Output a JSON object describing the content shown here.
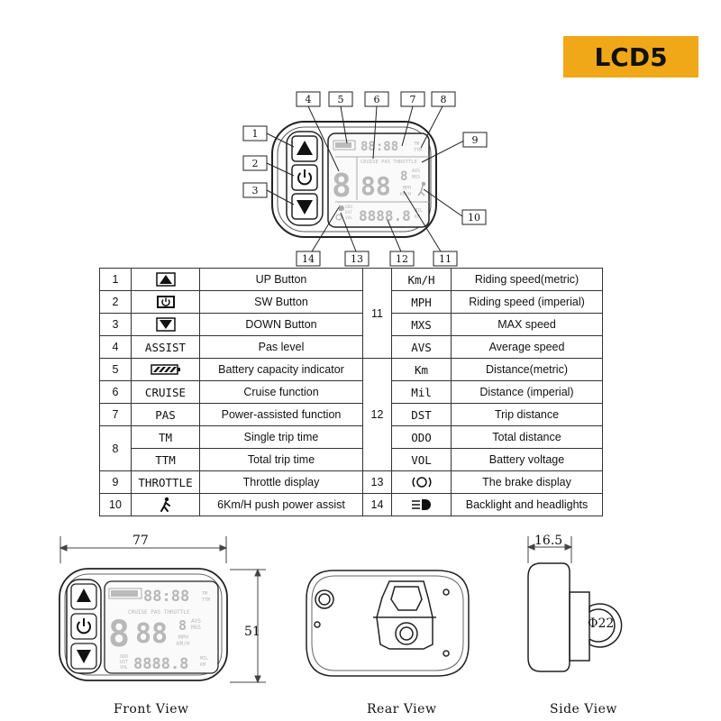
{
  "badge": {
    "label": "LCD5"
  },
  "callouts": [
    "1",
    "2",
    "3",
    "4",
    "5",
    "6",
    "7",
    "8",
    "9",
    "10",
    "11",
    "12",
    "13",
    "14"
  ],
  "lcd": {
    "tm": "TM",
    "ttm": "TTM",
    "cruise_pas_throttle": "CRUISE PAS THROTTLE",
    "avs": "AVS",
    "mxs": "MXS",
    "mph": "MPH",
    "kmh": "KM/H",
    "odo": "ODO",
    "dst": "DST",
    "vol": "VOL",
    "mil": "MIL",
    "km": "KM"
  },
  "table": {
    "left": [
      {
        "num": "1",
        "icon": "up-arrow-icon",
        "name": "UP Button"
      },
      {
        "num": "2",
        "icon": "power-icon",
        "name": "SW Button"
      },
      {
        "num": "3",
        "icon": "down-arrow-icon",
        "name": "DOWN Button"
      },
      {
        "num": "4",
        "code": "ASSIST",
        "name": "Pas level"
      },
      {
        "num": "5",
        "icon": "battery-icon",
        "name": "Battery capacity indicator"
      },
      {
        "num": "6",
        "code": "CRUISE",
        "name": "Cruise function"
      },
      {
        "num": "7",
        "code": "PAS",
        "name": "Power-assisted function"
      },
      {
        "num": "8",
        "code": "TM",
        "name": "Single trip time"
      },
      {
        "code": "TTM",
        "name": "Total trip time"
      },
      {
        "num": "9",
        "code": "THROTTLE",
        "name": "Throttle display"
      },
      {
        "num": "10",
        "icon": "walking-person-icon",
        "name": "6Km/H push power assist"
      }
    ],
    "right": [
      {
        "group": "11",
        "code": "Km/H",
        "name": "Riding speed(metric)"
      },
      {
        "code": "MPH",
        "name": "Riding speed (imperial)"
      },
      {
        "code": "MXS",
        "name": "MAX speed"
      },
      {
        "code": "AVS",
        "name": "Average speed"
      },
      {
        "group": "12",
        "code": "Km",
        "name": "Distance(metric)"
      },
      {
        "code": "Mil",
        "name": "Distance (imperial)"
      },
      {
        "code": "DST",
        "name": "Trip distance"
      },
      {
        "code": "ODO",
        "name": "Total distance"
      },
      {
        "code": "VOL",
        "name": "Battery voltage"
      },
      {
        "group": "13",
        "icon": "brake-icon",
        "name": "The brake display"
      },
      {
        "group": "14",
        "icon": "headlight-icon",
        "name": "Backlight and headlights"
      }
    ]
  },
  "dimensions": {
    "width": "77",
    "height": "51",
    "depth": "16.5",
    "clamp": "Φ22"
  },
  "views": {
    "front": "Front View",
    "rear": "Rear View",
    "side": "Side View"
  }
}
